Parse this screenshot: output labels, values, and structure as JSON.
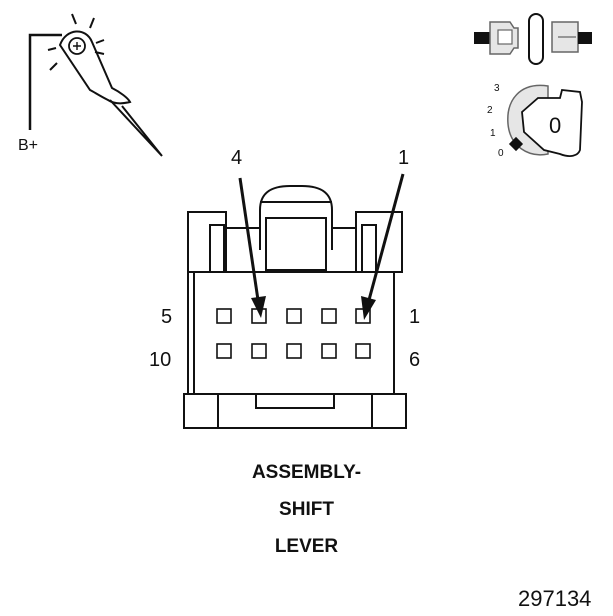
{
  "probe": {
    "supply_label": "B+",
    "icon": "test-light-probe-icon"
  },
  "ignition": {
    "positions": [
      "3",
      "2",
      "1",
      "0"
    ],
    "key_position": "0",
    "icon": "ignition-key-icon"
  },
  "connector_icon": "harness-connector-icon",
  "callouts": {
    "left": "4",
    "right": "1"
  },
  "pin_labels": {
    "top_left": "5",
    "top_right": "1",
    "bottom_left": "10",
    "bottom_right": "6"
  },
  "title_lines": [
    "ASSEMBLY-",
    "SHIFT",
    "LEVER"
  ],
  "figure_number": "297134",
  "colors": {
    "line": "#111111",
    "fill": "#ffffff",
    "shade": "#e6e6e6"
  }
}
